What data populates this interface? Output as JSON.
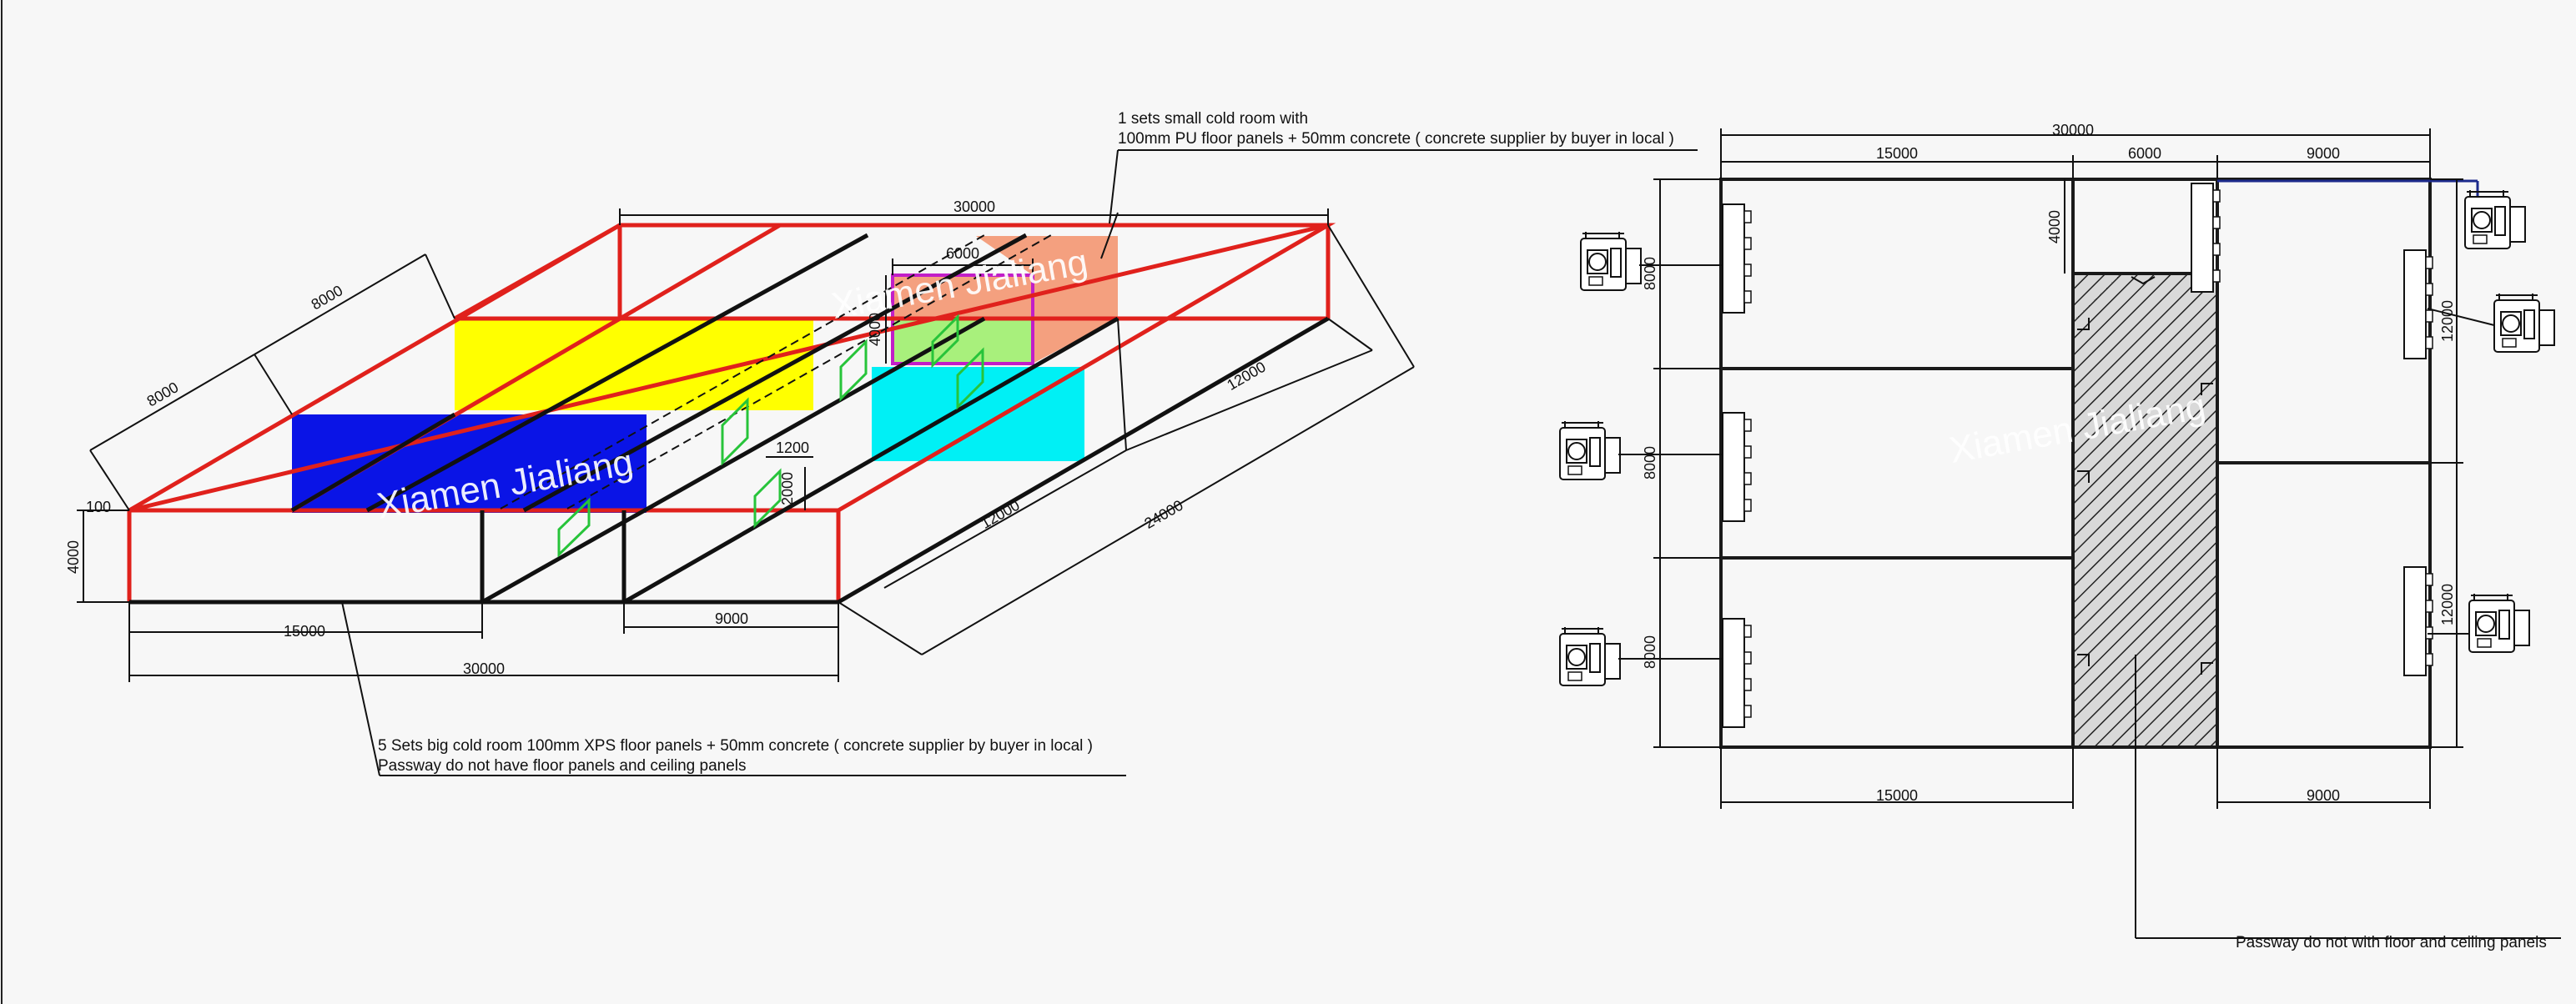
{
  "notes": {
    "small_room_line1": "1 sets small cold room with",
    "small_room_line2": "100mm PU floor panels + 50mm concrete ( concrete supplier by buyer in local )",
    "big_room_line1": "5 Sets big cold room 100mm XPS floor panels + 50mm concrete ( concrete supplier by buyer in local )",
    "big_room_line2": "Passway do not have floor panels and ceiling panels",
    "plan_passway": "Passway do not with floor and ceiling panels"
  },
  "watermark": {
    "text_iso_left": "Xiamen Jialiang",
    "text_iso_top": "Xiamen Jialiang",
    "text_plan": "Xiamen Jialiang"
  },
  "iso_dims": {
    "top_length": "30000",
    "small_width": "6000",
    "left_depth_upper": "8000",
    "left_depth_lower": "8000",
    "left_offset": "100",
    "height": "4000",
    "bottom_left": "15000",
    "bottom_total": "30000",
    "bottom_mid": "9000",
    "door_width": "1200",
    "door_height": "2000",
    "right_depth_outer": "24000",
    "right_depth_a": "12000",
    "right_depth_b": "12000",
    "small_depth": "4000"
  },
  "plan_dims": {
    "top_total": "30000",
    "top_a": "15000",
    "top_b": "6000",
    "top_c": "9000",
    "left_a": "8000",
    "left_b": "8000",
    "left_c": "8000",
    "small_room_depth": "4000",
    "right_a": "12000",
    "right_b": "12000",
    "bottom_a": "15000",
    "bottom_c": "9000"
  },
  "colors": {
    "frame_red": "#e0211c",
    "yellow_floor": "#ffff00",
    "blue_floor": "#0a14e6",
    "cyan_floor": "#00f0f5",
    "salmon_room": "#f4a07f",
    "green_floor": "#a8f07c",
    "magenta_outline": "#c21ec8",
    "door_green": "#27c43a",
    "plan_line": "#1a1a1a",
    "passway_hatch": "#333333"
  }
}
